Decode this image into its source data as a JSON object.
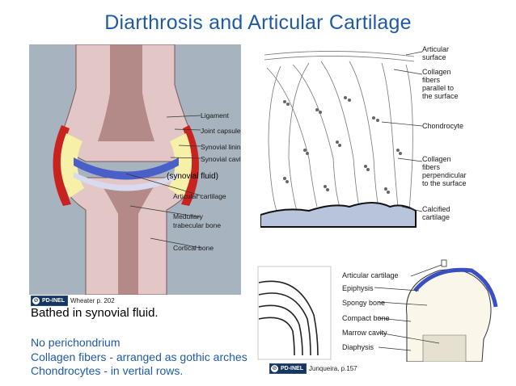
{
  "title": "Diarthrosis and Articular Cartilage",
  "left_figure": {
    "labels": {
      "ligament": "Ligament",
      "joint_capsule": "Joint capsule",
      "synovial_lining": "Synovial lining",
      "synovial_cavity": "Synovial cavity",
      "synovial_fluid": "(synovial fluid)",
      "articular_cartilage": "Articular cartilage",
      "medullary_1": "Medullary",
      "medullary_2": "trabecular bone",
      "cortical_bone": "Cortical bone"
    },
    "credit_badge": "PD-INEL",
    "credit": "Wheater p. 202"
  },
  "right_top_figure": {
    "labels": {
      "articular_surface_1": "Articular",
      "articular_surface_2": "surface",
      "parallel_1": "Collagen",
      "parallel_2": "fibers",
      "parallel_3": "parallel to",
      "parallel_4": "the surface",
      "chondrocyte": "Chondrocyte",
      "perp_1": "Collagen",
      "perp_2": "fibers",
      "perp_3": "perpendicular",
      "perp_4": "to the surface",
      "calcified_1": "Calcified",
      "calcified_2": "cartilage"
    }
  },
  "right_bottom_figure": {
    "labels": {
      "articular_cartilage": "Articular cartilage",
      "epiphysis": "Epiphysis",
      "spongy_bone": "Spongy bone",
      "compact_bone": "Compact bone",
      "marrow_cavity": "Marrow cavity",
      "diaphysis": "Diaphysis"
    },
    "credit_badge": "PD-INEL",
    "credit": "Junqueira, p.157"
  },
  "text": {
    "bathed": "Bathed in synovial fluid.",
    "line1": "No perichondrium",
    "line2": "Collagen fibers - arranged as gothic arches",
    "line3": "Chondrocytes - in vertial rows."
  },
  "colors": {
    "title": "#1f5aa6",
    "notes": "#1f5aa6",
    "cartilage": "#4a5fc8",
    "synovial": "#f7f0a8",
    "capsule": "#c8231f",
    "bone": "#e7cbcb"
  }
}
